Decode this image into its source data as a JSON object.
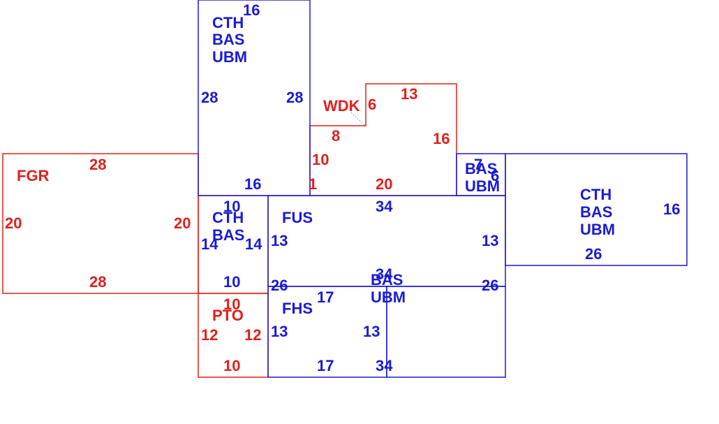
{
  "colors": {
    "red": "#e0201c",
    "blue": "#1a1ad6"
  },
  "areas": {
    "cth_top": {
      "codes": [
        "CTH",
        "BAS",
        "UBM"
      ],
      "dims": [
        "16",
        "28",
        "28",
        "16"
      ]
    },
    "wdk": {
      "code": "WDK",
      "dims": [
        "6",
        "13",
        "8",
        "16",
        "10",
        "1",
        "20"
      ]
    },
    "fgr": {
      "code": "FGR",
      "dims": [
        "28",
        "20",
        "20",
        "28"
      ]
    },
    "cth_mid": {
      "codes": [
        "CTH",
        "BAS"
      ],
      "dims": [
        "10",
        "14",
        "14",
        "10"
      ]
    },
    "fus": {
      "code": "FUS",
      "dims": [
        "34",
        "13",
        "13",
        "26",
        "26"
      ]
    },
    "bas_small": {
      "codes": [
        "BAS",
        "UBM"
      ],
      "dims": [
        "7",
        "6"
      ]
    },
    "cth_right": {
      "codes": [
        "CTH",
        "BAS",
        "UBM"
      ],
      "dims": [
        "16",
        "26"
      ]
    },
    "pto": {
      "code": "PTO",
      "dims": [
        "10",
        "12",
        "12",
        "10"
      ]
    },
    "fhs": {
      "code": "FHS",
      "dims": [
        "17",
        "13",
        "13",
        "17"
      ]
    },
    "bas_bottom": {
      "codes": [
        "BAS",
        "UBM"
      ],
      "dims": [
        "34",
        "34"
      ]
    }
  }
}
